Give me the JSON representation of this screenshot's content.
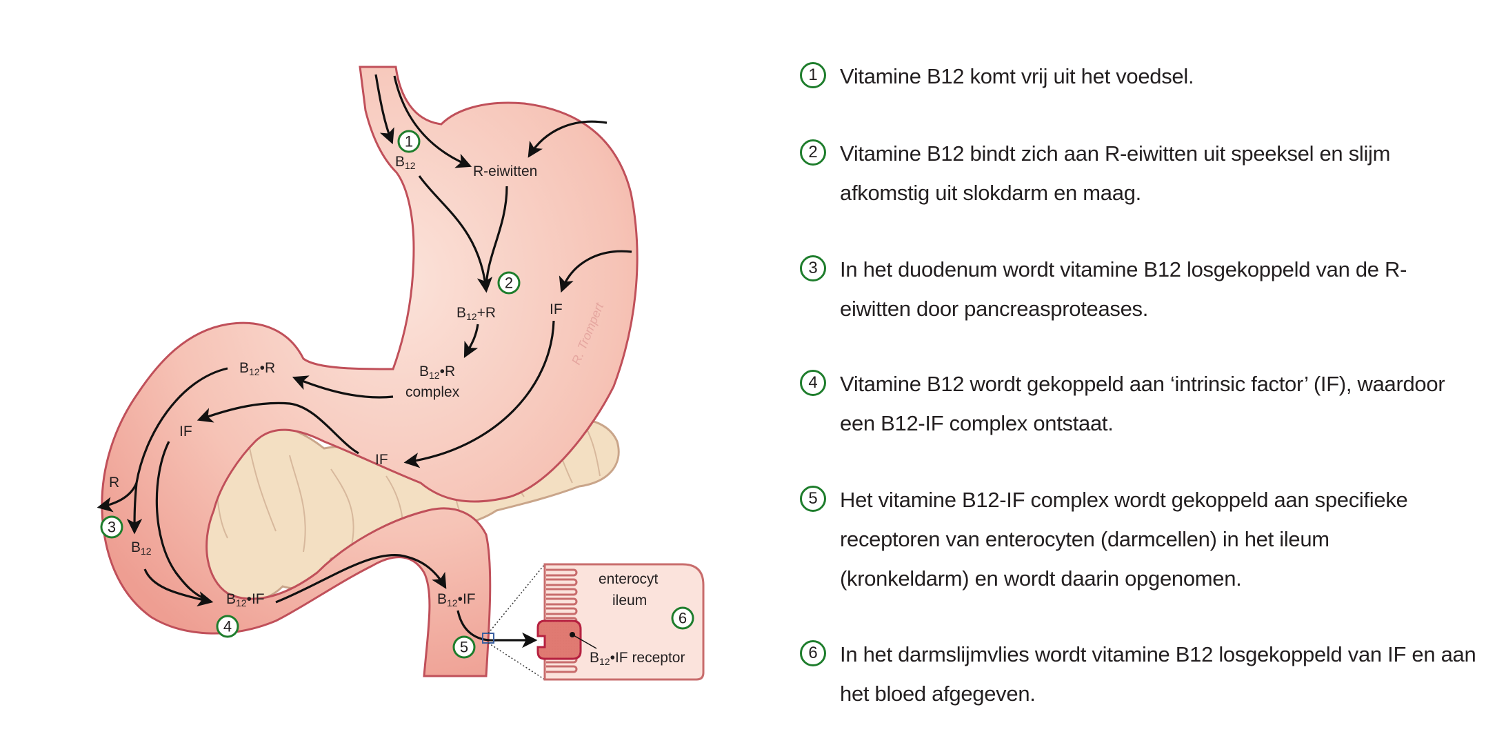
{
  "colors": {
    "accent_green": "#1e7d2c",
    "stomach_fill": "#f4b9ad",
    "stomach_outline": "#c0505a",
    "pancreas_fill": "#f3dfc2",
    "pancreas_outline": "#c9a58a",
    "text": "#231f20",
    "enterocyte_fill": "#fbe3dc",
    "receptor_fill": "#e07a72",
    "receptor_outline": "#b51f3f",
    "zoom_box": "#3a5fa0"
  },
  "diagram": {
    "labels": {
      "b12_esophagus": "B",
      "b12_esophagus_sub": "12",
      "r_eiwitten": "R-eiwitten",
      "b12_plus_r": "B",
      "b12_plus_r_sub": "12",
      "b12_plus_r_suffix": "+R",
      "if_stomach": "IF",
      "b12_r_complex": "B",
      "b12_r_complex_sub": "12",
      "b12_r_complex_suffix": "•R",
      "complex_word": "complex",
      "b12_r_duodenum": "B",
      "b12_r_duodenum_sub": "12",
      "b12_r_duodenum_suffix": "•R",
      "if_duodenum": "IF",
      "if_lower": "IF",
      "r_free": "R",
      "b12_free": "B",
      "b12_free_sub": "12",
      "b12_if_jejunum": "B",
      "b12_if_jejunum_sub": "12",
      "b12_if_jejunum_suffix": "•IF",
      "b12_if_ileum": "B",
      "b12_if_ileum_sub": "12",
      "b12_if_ileum_suffix": "•IF",
      "enterocyt": "enterocyt",
      "ileum": "ileum",
      "receptor": "B",
      "receptor_sub": "12",
      "receptor_suffix": "•IF receptor",
      "watermark": "R. Trompert"
    },
    "step_markers": [
      "1",
      "2",
      "3",
      "4",
      "5",
      "6"
    ]
  },
  "steps": [
    {
      "number": "1",
      "text": "Vitamine B12 komt vrij uit het voedsel."
    },
    {
      "number": "2",
      "text": "Vitamine B12 bindt zich aan R-eiwitten uit speeksel en slijm afkomstig uit slokdarm en maag."
    },
    {
      "number": "3",
      "text": "In het duodenum wordt vitamine B12 losgekoppeld van de R-eiwitten door pancreasproteases."
    },
    {
      "number": "4",
      "text": "Vitamine B12 wordt gekoppeld aan ‘intrinsic factor’ (IF), waardoor een B12-IF complex ontstaat."
    },
    {
      "number": "5",
      "text": "Het vitamine B12-IF complex wordt gekoppeld aan specifieke receptoren van enterocyten (darmcellen) in het ileum (kronkeldarm) en wordt daarin opgenomen."
    },
    {
      "number": "6",
      "text": "In het darmslijmvlies wordt vitamine B12 losgekoppeld van IF en aan het bloed afgegeven."
    }
  ]
}
